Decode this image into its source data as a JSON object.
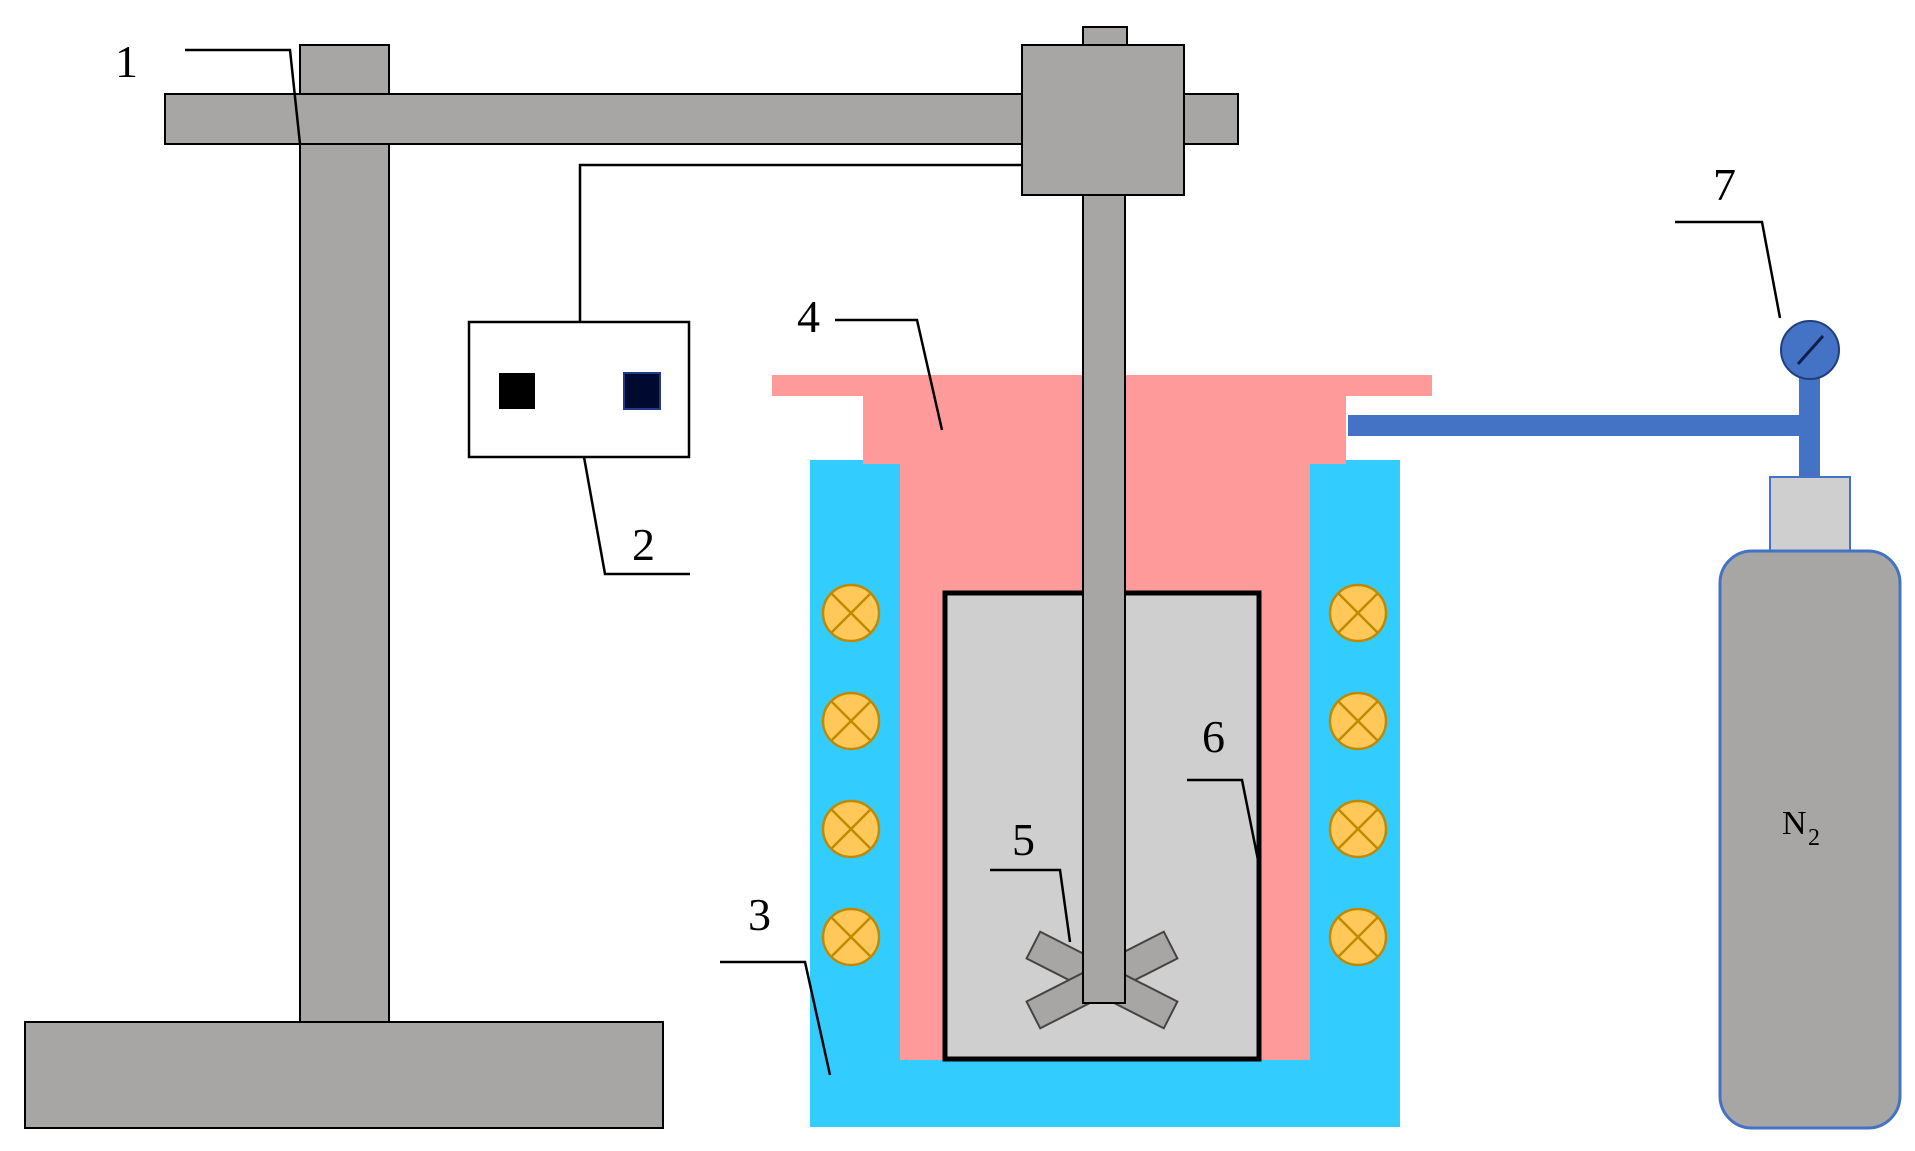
{
  "labels": {
    "stand": "1",
    "controller": "2",
    "heating_jacket": "3",
    "lid": "4",
    "impeller": "5",
    "crucible": "6",
    "valve": "7"
  },
  "cylinder": {
    "gas_symbol": "N",
    "gas_subscript": "2"
  },
  "colors": {
    "gray": "#a8a5a5",
    "inner_gray": "#cfcfcf",
    "jacket_blue": "#33ccff",
    "lid_pink": "#ff9a9a",
    "pipe_blue": "#4472c4",
    "coil_yellow": "#ffc859",
    "coil_mark": "#c08a00",
    "outline": "#000000"
  }
}
